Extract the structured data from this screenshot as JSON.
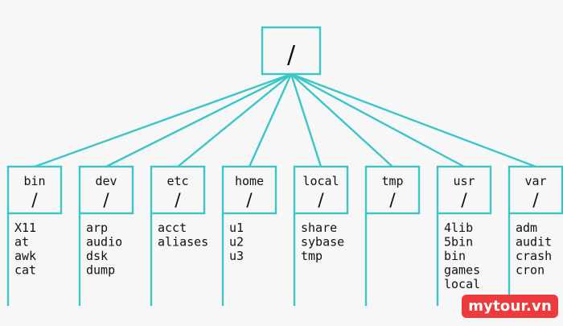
{
  "root": {
    "label": "/"
  },
  "directories": [
    {
      "name": "bin",
      "symbol": "/",
      "contents": [
        "X11",
        "at",
        "awk",
        "cat"
      ]
    },
    {
      "name": "dev",
      "symbol": "/",
      "contents": [
        "arp",
        "audio",
        "dsk",
        "dump"
      ]
    },
    {
      "name": "etc",
      "symbol": "/",
      "contents": [
        "acct",
        "aliases"
      ]
    },
    {
      "name": "home",
      "symbol": "/",
      "contents": [
        "u1",
        "u2",
        "u3"
      ]
    },
    {
      "name": "local",
      "symbol": "/",
      "contents": [
        "share",
        "sybase",
        "tmp"
      ]
    },
    {
      "name": "tmp",
      "symbol": "/",
      "contents": []
    },
    {
      "name": "usr",
      "symbol": "/",
      "contents": [
        "4lib",
        "5bin",
        "bin",
        "games",
        "local"
      ]
    },
    {
      "name": "var",
      "symbol": "/",
      "contents": [
        "adm",
        "audit",
        "crash",
        "cron"
      ]
    }
  ],
  "watermark": {
    "text": "mytour.vn"
  },
  "colors": {
    "line": "#3cc6c6",
    "background": "#f7f7f7",
    "watermark_bg": "#ef3a3d"
  }
}
